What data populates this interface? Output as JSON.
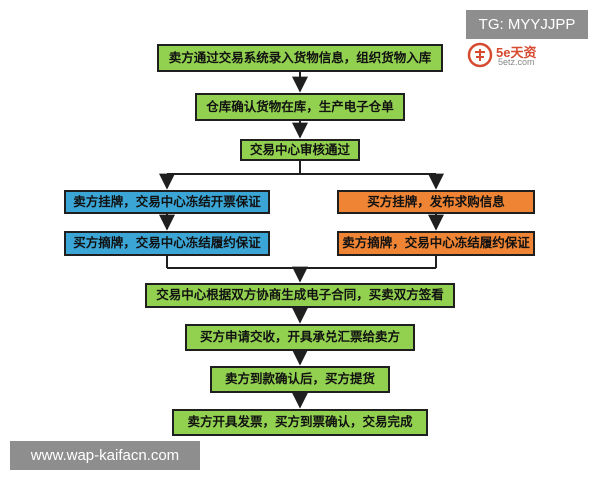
{
  "header_tag": "TG: MYYJJPP",
  "logo": {
    "text": "5e天资",
    "sub": "5etz.com"
  },
  "watermark": "www.wap-kaifacn.com",
  "flowchart": {
    "steps": {
      "s1": "卖方通过交易系统录入货物信息，组织货物入库",
      "s2": "仓库确认货物在库，生产电子仓单",
      "s3": "交易中心审核通过",
      "left1": "卖方挂牌，交易中心冻结开票保证",
      "left2": "买方摘牌，交易中心冻结履约保证",
      "right1": "买方挂牌，发布求购信息",
      "right2": "卖方摘牌，交易中心冻结履约保证",
      "s4": "交易中心根据双方协商生成电子合同，买卖双方签看",
      "s5": "买方申请交收，开具承兑汇票给卖方",
      "s6": "卖方到款确认后，买方提货",
      "s7": "卖方开具发票，买方到票确认，交易完成"
    },
    "colors": {
      "step": "#92d050",
      "seller_branch": "#3ba6d6",
      "buyer_branch": "#ee8434",
      "line": "#1f1f1f"
    }
  }
}
